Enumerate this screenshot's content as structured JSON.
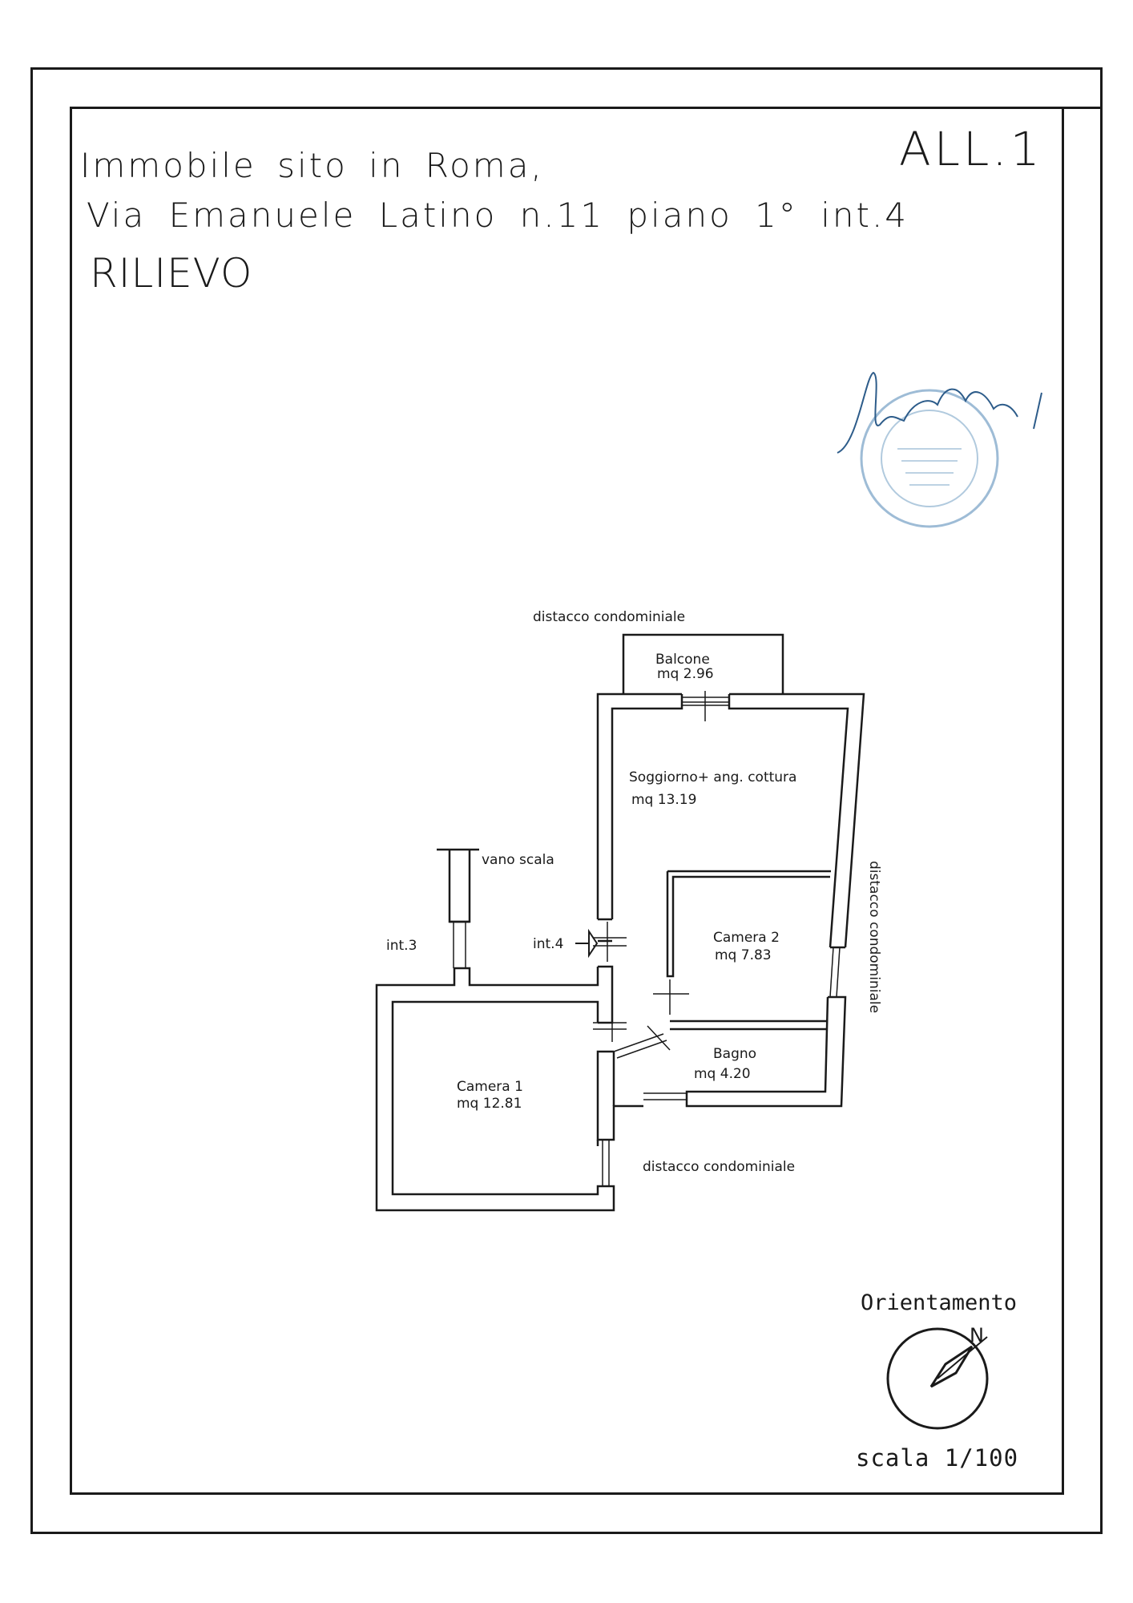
{
  "header": {
    "line1": "Immobile sito in Roma,",
    "line2": "Via Emanuele Latino n.11 piano 1° int.4",
    "line3": "RILIEVO",
    "allegato": "ALL.1"
  },
  "plan": {
    "labels": {
      "distacco_top": "distacco condominiale",
      "balcone": "Balcone",
      "balcone_area": "mq 2.96",
      "soggiorno": "Soggiorno+ ang. cottura",
      "soggiorno_area": "mq 13.19",
      "vano_scala": "vano scala",
      "int3": "int.3",
      "int4": "int.4",
      "camera2": "Camera 2",
      "camera2_area": "mq 7.83",
      "distacco_right": "distacco condominiale",
      "bagno": "Bagno",
      "bagno_area": "mq 4.20",
      "camera1": "Camera 1",
      "camera1_area": "mq 12.81",
      "distacco_bottom": "distacco condominiale"
    }
  },
  "legend": {
    "orientation_title": "Orientamento",
    "north": "N",
    "scale": "scala 1/100"
  },
  "colors": {
    "ink": "#1a1a1a",
    "stamp": "#7da6c8"
  },
  "icons": {
    "stamp": "notary-stamp-icon",
    "compass": "compass-icon",
    "entry": "entry-arrow-icon"
  }
}
